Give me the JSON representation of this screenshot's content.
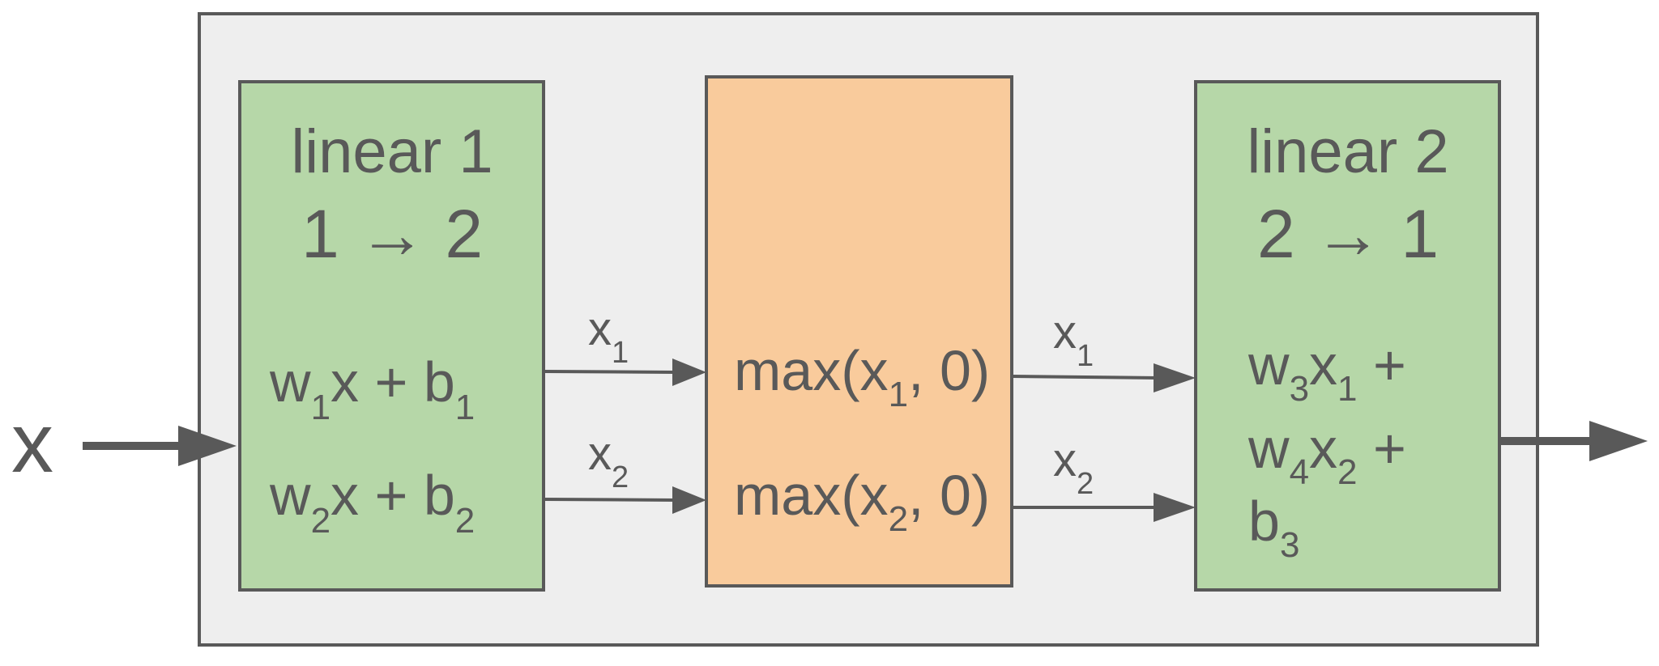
{
  "colors": {
    "stroke": "#595959",
    "container": "#eeeeee",
    "linear": "#b6d7a8",
    "relu": "#f9cb9c"
  },
  "input": {
    "label": "x"
  },
  "linear1": {
    "title": "linear 1",
    "dims": "1 → 2",
    "eq1": {
      "w": "w",
      "wsub": "1",
      "mid": "x + b",
      "bsub": "1"
    },
    "eq2": {
      "w": "w",
      "wsub": "2",
      "mid": "x + b",
      "bsub": "2"
    }
  },
  "edges_left": [
    {
      "var": "x",
      "sub": "1"
    },
    {
      "var": "x",
      "sub": "2"
    }
  ],
  "relu": {
    "row1": {
      "pre": "max(x",
      "sub": "1",
      "post": ", 0)"
    },
    "row2": {
      "pre": "max(x",
      "sub": "2",
      "post": ", 0)"
    }
  },
  "edges_right": [
    {
      "var": "x",
      "sub": "1"
    },
    {
      "var": "x",
      "sub": "2"
    }
  ],
  "linear2": {
    "title": "linear 2",
    "dims": "2 → 1",
    "line1": {
      "w": "w",
      "wsub": "3",
      "x": "x",
      "xsub": "1",
      "op": " +"
    },
    "line2": {
      "w": "w",
      "wsub": "4",
      "x": "x",
      "xsub": "2",
      "op": " +"
    },
    "line3": {
      "b": "b",
      "bsub": "3"
    }
  }
}
